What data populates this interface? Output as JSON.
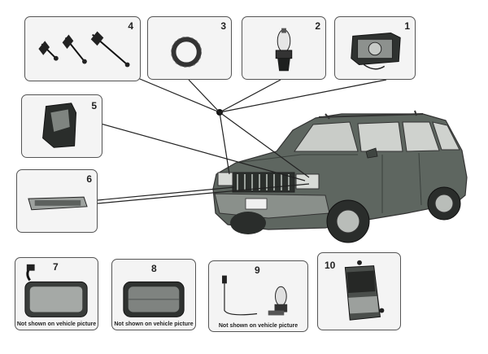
{
  "callouts": [
    {
      "id": "1",
      "label": "1"
    },
    {
      "id": "2",
      "label": "2"
    },
    {
      "id": "3",
      "label": "3"
    },
    {
      "id": "4",
      "label": "4"
    },
    {
      "id": "5",
      "label": "5"
    },
    {
      "id": "6",
      "label": "6"
    },
    {
      "id": "7",
      "label": "7",
      "note": "Not  shown on vehicle picture"
    },
    {
      "id": "8",
      "label": "8",
      "note": "Not  shown on vehicle picture"
    },
    {
      "id": "9",
      "label": "9",
      "note": "Not  shown on vehicle picture"
    },
    {
      "id": "10",
      "label": "10"
    }
  ],
  "colors": {
    "vehicle_body": "#5e6660",
    "box_border": "#555555",
    "leader_line": "#222222"
  },
  "icons": [
    "headlamp-assembly-icon",
    "halogen-bulb-icon",
    "retaining-ring-icon",
    "bulb-socket-icon",
    "side-marker-lamp-icon",
    "park-lamp-icon",
    "fog-lamp-icon",
    "foglamp-bulb-icon",
    "tail-lamp-icon",
    "suv-vehicle-icon"
  ]
}
